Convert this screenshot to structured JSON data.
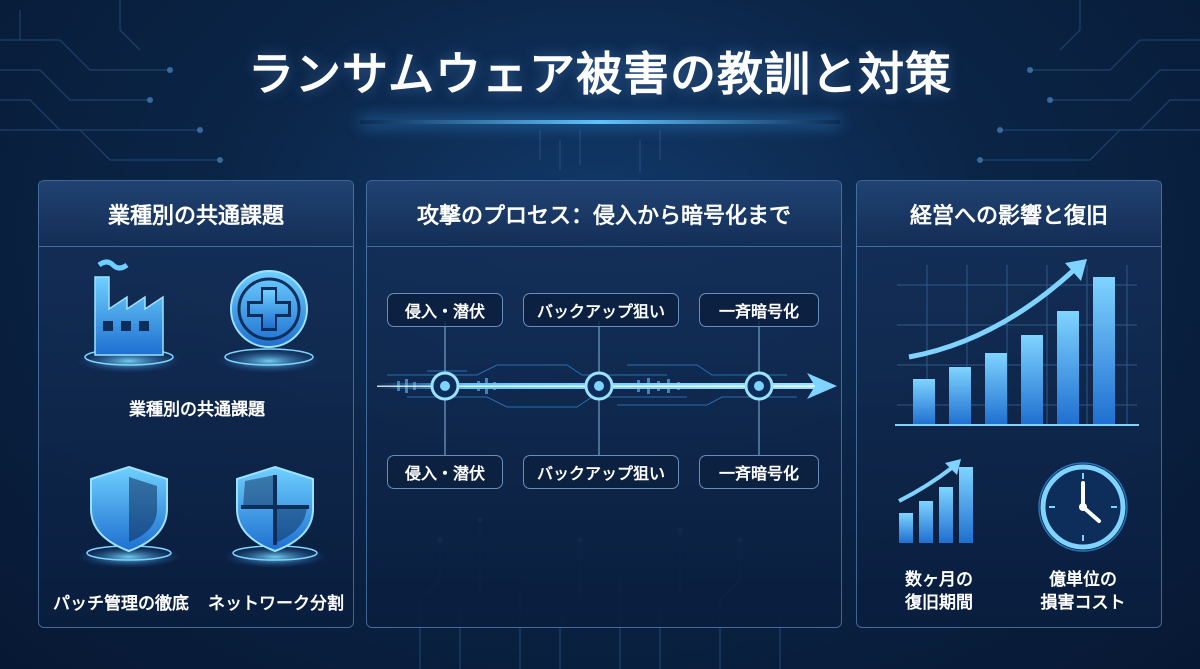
{
  "title": "ランサムウェア被害の教訓と対策",
  "panels": {
    "industry": {
      "heading": "業種別の共通課題",
      "icons_top": [
        "factory-icon",
        "medical-cross-icon"
      ],
      "caption_top": "業種別の共通課題",
      "icons_bottom": [
        "shield-icon",
        "segmented-shield-icon"
      ],
      "caption_patch": "パッチ管理の徹底",
      "caption_network": "ネットワーク分割"
    },
    "attack": {
      "heading": "攻撃のプロセス：侵入から暗号化まで",
      "stages_top": [
        "侵入・潜伏",
        "バックアップ狙い",
        "一斉暗号化"
      ],
      "stages_bottom": [
        "侵入・潜伏",
        "バックアップ狙い",
        "一斉暗号化"
      ]
    },
    "impact": {
      "heading": "経営への影響と復旧",
      "icons": [
        "bar-chart-icon",
        "growth-chart-icon",
        "clock-icon"
      ],
      "recovery_line1": "数ヶ月の",
      "recovery_line2": "復旧期間",
      "cost_line1": "億単位の",
      "cost_line2": "損害コスト"
    }
  },
  "colors": {
    "accent": "#3aa8ff",
    "accent_light": "#7fd4ff",
    "panel_border": "#6ea0dc",
    "background": "#0b2547"
  }
}
